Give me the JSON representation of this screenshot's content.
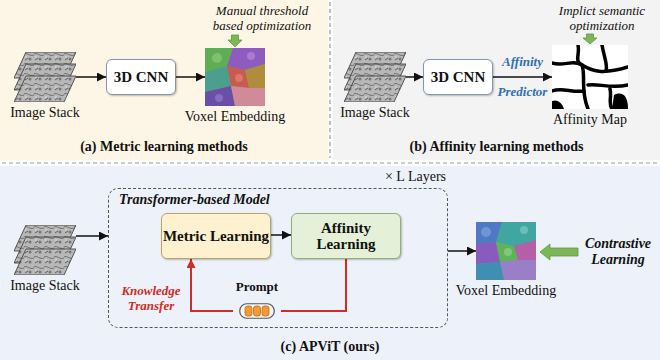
{
  "diagram": {
    "nodes": [
      {
        "text": [
          "(a) Metric learning methods"
        ]
      },
      {
        "text": [
          "Image Stack"
        ],
        "in": 0
      },
      {
        "text": [
          "3D CNN"
        ],
        "in": 0
      },
      {
        "text": [
          "Voxel Embedding"
        ],
        "in": 0
      },
      {
        "text": [
          "(b) Affinity learning methods"
        ]
      },
      {
        "text": [
          "Image Stack"
        ],
        "in": 4
      },
      {
        "text": [
          "3D CNN"
        ],
        "in": 4
      },
      {
        "text": [
          "Affinity Map"
        ],
        "in": 4
      },
      {
        "text": [
          "(c) APViT (ours)"
        ]
      },
      {
        "text": [
          "Image Stack"
        ],
        "in": 8
      },
      {
        "text": [
          "Transformer-based Model"
        ],
        "in": 8
      },
      {
        "text": [
          "Metric Learning"
        ],
        "in": 10
      },
      {
        "text": [
          "Affinity Learning"
        ],
        "in": 10
      },
      {
        "text": [
          "Prompt"
        ],
        "in": 10
      },
      {
        "text": [
          "Voxel Embedding"
        ],
        "in": 8
      }
    ],
    "edges": [
      {
        "from": 1,
        "to": 2,
        "arrow": "to"
      },
      {
        "from": 2,
        "to": 3,
        "arrow": "to"
      },
      {
        "from": 5,
        "to": 6,
        "arrow": "to"
      },
      {
        "from": 6,
        "to": 7,
        "label": "Affinity Predictor",
        "arrow": "to"
      },
      {
        "from": 9,
        "to": 10,
        "arrow": "to"
      },
      {
        "from": 11,
        "to": 12,
        "arrow": "to"
      },
      {
        "from": 12,
        "to": 13,
        "arrow": "none"
      },
      {
        "from": 13,
        "to": 11,
        "arrow": "to"
      },
      {
        "from": 10,
        "to": 14,
        "arrow": "to"
      }
    ],
    "labels": [
      "Manual threshold based optimization",
      "Implict semantic optimization",
      "× L Layers",
      "Knowledge Transfer",
      "Contrastive Learning"
    ]
  }
}
